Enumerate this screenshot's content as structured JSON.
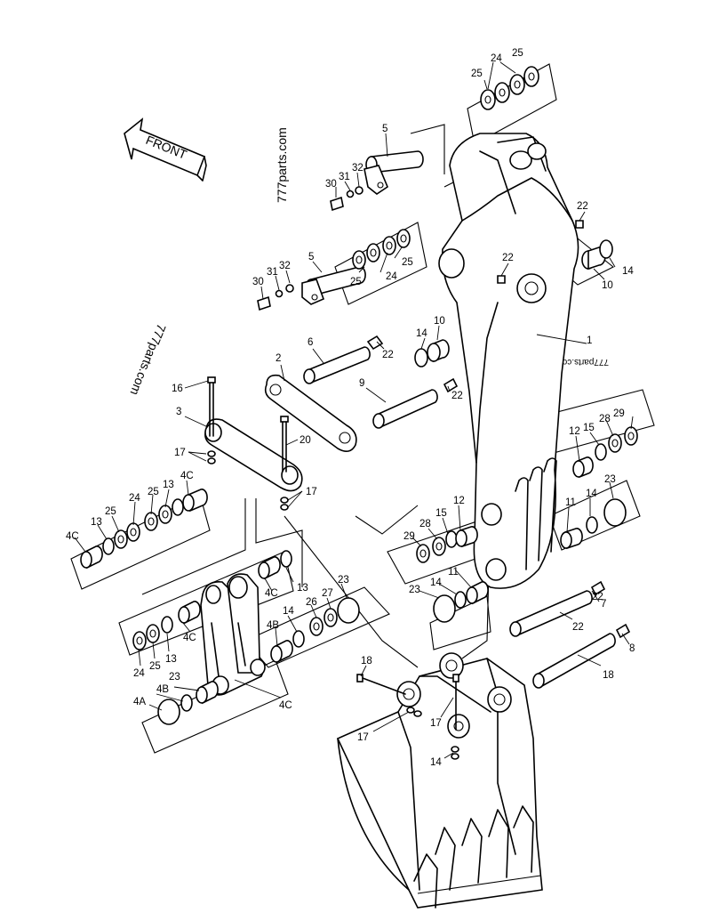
{
  "front_label": "FRONT",
  "watermarks": [
    "777parts.com",
    "777parts.com",
    "777parts.com"
  ],
  "callouts": [
    "25",
    "24",
    "25",
    "5",
    "32",
    "31",
    "30",
    "22",
    "22",
    "14",
    "10",
    "25",
    "24",
    "25",
    "5",
    "32",
    "31",
    "30",
    "10",
    "14",
    "22",
    "6",
    "1",
    "2",
    "9",
    "22",
    "16",
    "3",
    "20",
    "17",
    "17",
    "4C",
    "13",
    "25",
    "24",
    "25",
    "13",
    "4C",
    "12",
    "15",
    "28",
    "29",
    "23",
    "14",
    "11",
    "12",
    "15",
    "28",
    "29",
    "11",
    "14",
    "23",
    "4C",
    "13",
    "23",
    "27",
    "26",
    "14",
    "4B",
    "4C",
    "13",
    "25",
    "24",
    "22",
    "7",
    "22",
    "8",
    "18",
    "18",
    "17",
    "17",
    "14",
    "4B",
    "23",
    "4A",
    "4C"
  ]
}
